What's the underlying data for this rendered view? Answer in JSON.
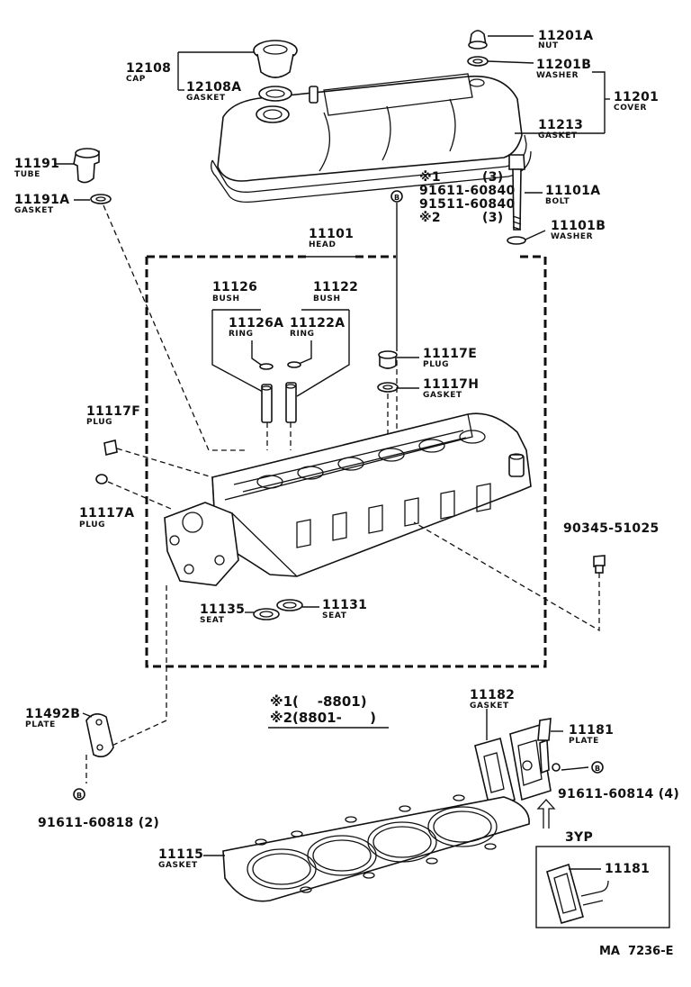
{
  "labels": {
    "nut_pn": "11201A",
    "nut_nm": "NUT",
    "cap_pn": "12108",
    "cap_nm": "CAP",
    "capgasket_pn": "12108A",
    "capgasket_nm": "GASKET",
    "washer_pn": "11201B",
    "washer_nm": "WASHER",
    "cover_pn": "11201",
    "cover_nm": "COVER",
    "covergasket_pn": "11213",
    "covergasket_nm": "GASKET",
    "tube_pn": "11191",
    "tube_nm": "TUBE",
    "tubegasket_pn": "11191A",
    "tubegasket_nm": "GASKET",
    "note1_mark": "※1",
    "note1_qty": "(3)",
    "bolt_alt1": "91611-60840",
    "bolt_alt2": "91511-60840",
    "note2_mark": "※2",
    "note2_qty": "(3)",
    "bolt_pn": "11101A",
    "bolt_nm": "BOLT",
    "boltwasher_pn": "11101B",
    "boltwasher_nm": "WASHER",
    "head_pn": "11101",
    "head_nm": "HEAD",
    "bush1_pn": "11126",
    "bush1_nm": "BUSH",
    "bush2_pn": "11122",
    "bush2_nm": "BUSH",
    "ring1_pn": "11126A",
    "ring1_nm": "RING",
    "ring2_pn": "11122A",
    "ring2_nm": "RING",
    "plugE_pn": "11117E",
    "plugE_nm": "PLUG",
    "gasketH_pn": "11117H",
    "gasketH_nm": "GASKET",
    "plugF_pn": "11117F",
    "plugF_nm": "PLUG",
    "plugA_pn": "11117A",
    "plugA_nm": "PLUG",
    "bolt2_pn": "90345-51025",
    "seat1_pn": "11135",
    "seat1_nm": "SEAT",
    "seat2_pn": "11131",
    "seat2_nm": "SEAT",
    "legend1": "※1(    -8801)",
    "legend2": "※2(8801-      )",
    "plate_pn": "11492B",
    "plate_nm": "PLATE",
    "plate_bolt": "91611-60818 (2)",
    "gasket2_pn": "11182",
    "gasket2_nm": "GASKET",
    "plate2_pn": "11181",
    "plate2_nm": "PLATE",
    "plate2_bolt": "91611-60814 (4)",
    "headgasket_pn": "11115",
    "headgasket_nm": "GASKET",
    "engine_code": "3YP",
    "inset_pn": "11181",
    "b_mark": "B",
    "drawing_code": "MA  7236-E"
  }
}
